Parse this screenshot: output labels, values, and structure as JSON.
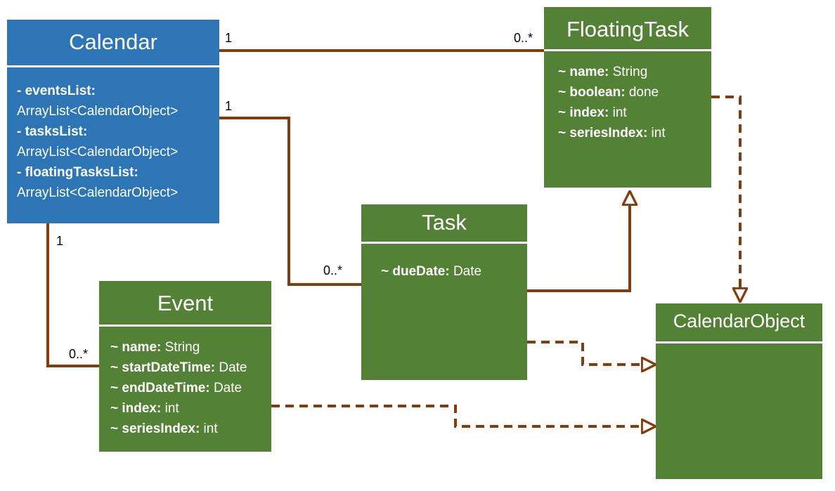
{
  "classes": {
    "calendar": {
      "name": "Calendar",
      "attributes": [
        {
          "prefix": "- ",
          "name": "eventsList:",
          "type": ""
        },
        {
          "prefix": "",
          "name": "",
          "type": "ArrayList<CalendarObject>"
        },
        {
          "prefix": "- ",
          "name": "tasksList:",
          "type": ""
        },
        {
          "prefix": "",
          "name": "",
          "type": "ArrayList<CalendarObject>"
        },
        {
          "prefix": "- ",
          "name": "floatingTasksList:",
          "type": ""
        },
        {
          "prefix": "",
          "name": "",
          "type": "ArrayList<CalendarObject>"
        }
      ]
    },
    "floatingTask": {
      "name": "FloatingTask",
      "attributes": [
        {
          "prefix": "~ ",
          "name": "name:",
          "type": " String"
        },
        {
          "prefix": "~ ",
          "name": "boolean:",
          "type": " done"
        },
        {
          "prefix": "~ ",
          "name": "index:",
          "type": " int"
        },
        {
          "prefix": "~ ",
          "name": "seriesIndex:",
          "type": " int"
        }
      ]
    },
    "task": {
      "name": "Task",
      "attributes": [
        {
          "prefix": "~ ",
          "name": "dueDate:",
          "type": " Date"
        }
      ]
    },
    "event": {
      "name": "Event",
      "attributes": [
        {
          "prefix": "~ ",
          "name": "name:",
          "type": " String"
        },
        {
          "prefix": "~ ",
          "name": "startDateTime:",
          "type": " Date"
        },
        {
          "prefix": "~ ",
          "name": "endDateTime:",
          "type": " Date"
        },
        {
          "prefix": "~ ",
          "name": "index:",
          "type": " int"
        },
        {
          "prefix": "~ ",
          "name": "seriesIndex:",
          "type": " int"
        }
      ]
    },
    "calendarObject": {
      "name": "CalendarObject",
      "attributes": []
    }
  },
  "multiplicities": {
    "cal_floating_src": "1",
    "cal_floating_dst": "0..*",
    "cal_task_src": "1",
    "cal_task_dst": "0..*",
    "cal_event_src": "1",
    "cal_event_dst": "0..*"
  },
  "colors": {
    "class_fill": "#538135",
    "calendar_fill": "#2e75b6",
    "connector": "#843c0c",
    "text": "#ffffff"
  }
}
